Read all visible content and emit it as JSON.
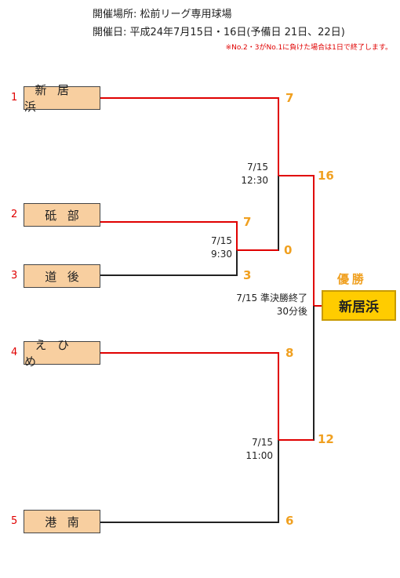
{
  "header": {
    "venue": "開催場所: 松前リーグ専用球場",
    "dates": "開催日: 平成24年7月15日・16日(予備日 21日、22日)",
    "note": "※No.2・3がNo.1に負けた場合は1日で終了します。"
  },
  "teams": [
    {
      "seed": "1",
      "name": "新居浜"
    },
    {
      "seed": "2",
      "name": "砥部"
    },
    {
      "seed": "3",
      "name": "道後"
    },
    {
      "seed": "4",
      "name": "えひめ"
    },
    {
      "seed": "5",
      "name": "港南"
    }
  ],
  "games": {
    "first_round": {
      "date": "7/15",
      "time": "9:30",
      "home_score": "7",
      "away_score": "3"
    },
    "semifinal_1": {
      "date": "7/15",
      "time": "12:30",
      "home_score": "7",
      "away_score": "0"
    },
    "semifinal_2": {
      "date": "7/15",
      "time": "11:00",
      "home_score": "8",
      "away_score": "6"
    },
    "final": {
      "note_line1": "7/15 準決勝終了",
      "note_line2": "30分後",
      "top_score": "16",
      "bottom_score": "12"
    }
  },
  "champion": {
    "label": "優勝",
    "name": "新居浜"
  },
  "colors": {
    "win_line": "#e00000",
    "lose_line": "#222222",
    "score": "#f0a020",
    "team_box": "#f8cfa0",
    "champion_box": "#ffcc00"
  }
}
